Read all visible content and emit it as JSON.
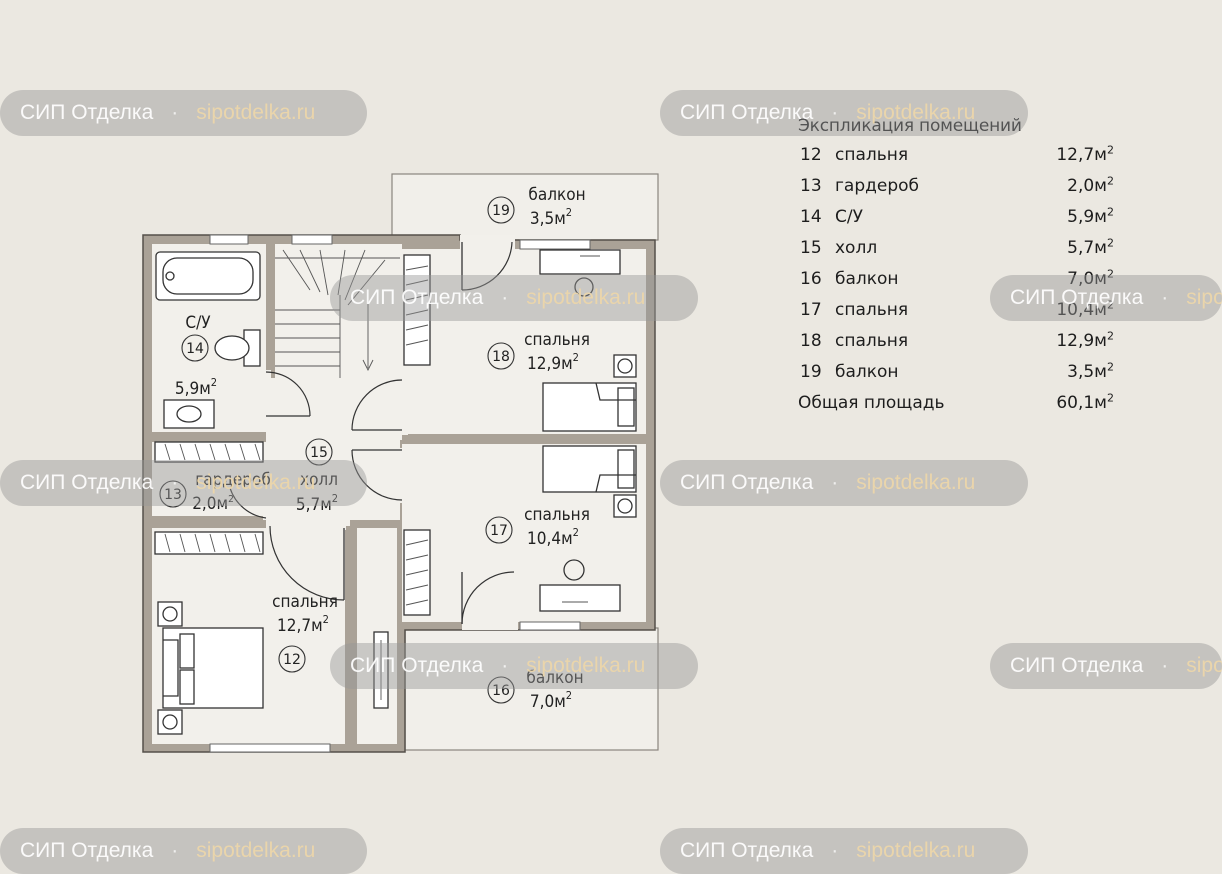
{
  "rooms": [
    {
      "num": "12",
      "name": "спальня",
      "area": "12,7м"
    },
    {
      "num": "13",
      "name": "гардероб",
      "area": "2,0м"
    },
    {
      "num": "14",
      "name": "С/У",
      "area": "5,9м"
    },
    {
      "num": "15",
      "name": "холл",
      "area": "5,7м"
    },
    {
      "num": "16",
      "name": "балкон",
      "area": "7,0м"
    },
    {
      "num": "17",
      "name": "спальня",
      "area": "10,4м"
    },
    {
      "num": "18",
      "name": "спальня",
      "area": "12,9м"
    },
    {
      "num": "19",
      "name": "балкон",
      "area": "3,5м"
    }
  ],
  "legend": {
    "title": "Экспликация помещений",
    "rows": [
      {
        "num": "12",
        "name": "спальня",
        "area": "12,7м"
      },
      {
        "num": "13",
        "name": "гардероб",
        "area": "2,0м"
      },
      {
        "num": "14",
        "name": "С/У",
        "area": "5,9м"
      },
      {
        "num": "15",
        "name": "холл",
        "area": "5,7м"
      },
      {
        "num": "16",
        "name": "балкон",
        "area": "7,0м"
      },
      {
        "num": "17",
        "name": "спальня",
        "area": "10,4м"
      },
      {
        "num": "18",
        "name": "спальня",
        "area": "12,9м"
      },
      {
        "num": "19",
        "name": "балкон",
        "area": "3,5м"
      }
    ],
    "total_label": "Общая площадь",
    "total_area": "60,1м",
    "unit_sup": "2"
  },
  "watermark": {
    "brand": "СИП Отделка",
    "sep": "·",
    "site": "sipotdelka.ru"
  }
}
